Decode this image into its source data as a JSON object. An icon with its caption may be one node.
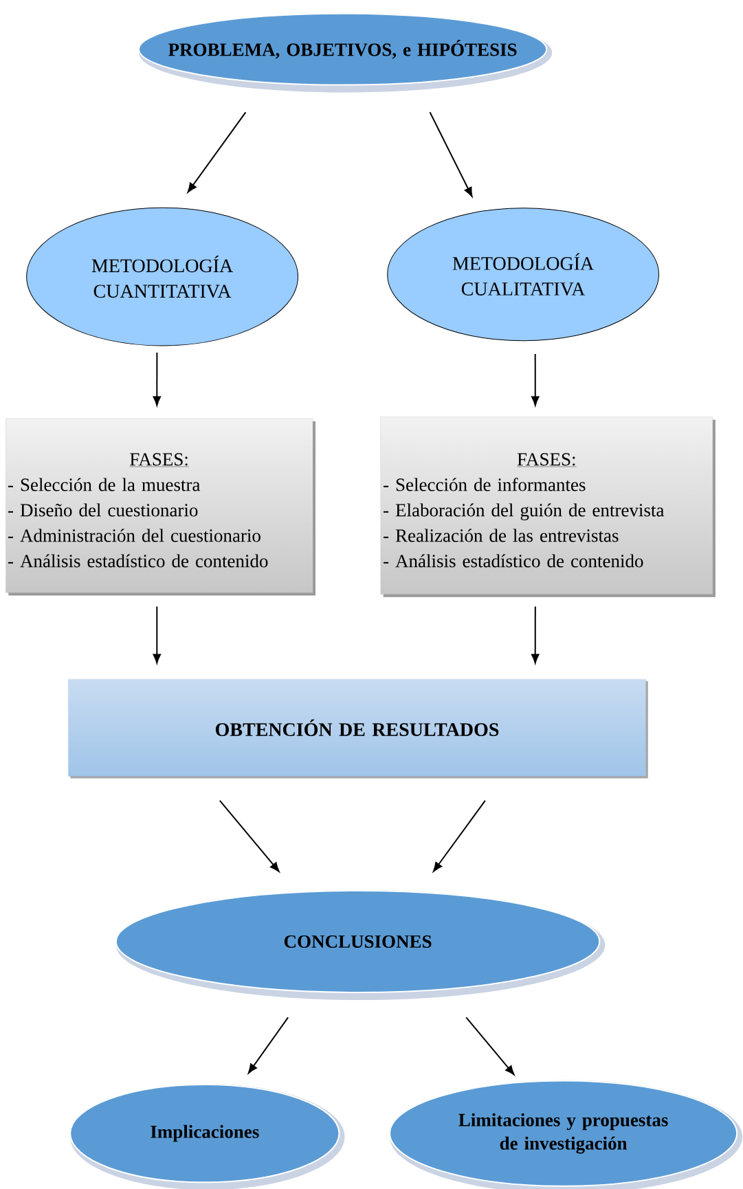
{
  "diagram": {
    "nodes": [
      {
        "text": [
          "PROBLEMA, OBJETIVOS, e HIPÓTESIS"
        ]
      },
      {
        "text": [
          "METODOLOGÍA CUANTITATIVA"
        ]
      },
      {
        "text": [
          "METODOLOGÍA CUALITATIVA"
        ]
      },
      {
        "text": [
          "FASES:",
          "- Selección de la muestra",
          "- Diseño del cuestionario",
          "- Administración del cuestionario",
          "- Análisis estadístico de contenido"
        ]
      },
      {
        "text": [
          "FASES:",
          "- Selección de informantes",
          "- Elaboración del guión de entrevista",
          "- Realización de las entrevistas",
          "- Análisis estadístico de contenido"
        ]
      },
      {
        "text": [
          "OBTENCIÓN DE RESULTADOS"
        ]
      },
      {
        "text": [
          "CONCLUSIONES"
        ]
      },
      {
        "text": [
          "Implicaciones"
        ]
      },
      {
        "text": [
          "Limitaciones y propuestas de investigación"
        ]
      }
    ],
    "edges": [
      {
        "from": 0,
        "to": 1,
        "arrow": "to"
      },
      {
        "from": 0,
        "to": 2,
        "arrow": "to"
      },
      {
        "from": 1,
        "to": 3,
        "arrow": "to"
      },
      {
        "from": 2,
        "to": 4,
        "arrow": "to"
      },
      {
        "from": 3,
        "to": 5,
        "arrow": "to"
      },
      {
        "from": 4,
        "to": 5,
        "arrow": "to"
      },
      {
        "from": 5,
        "to": 6,
        "arrow": "to"
      },
      {
        "from": 5,
        "to": 6,
        "arrow": "to"
      },
      {
        "from": 6,
        "to": 7,
        "arrow": "to"
      },
      {
        "from": 6,
        "to": 8,
        "arrow": "to"
      }
    ]
  }
}
